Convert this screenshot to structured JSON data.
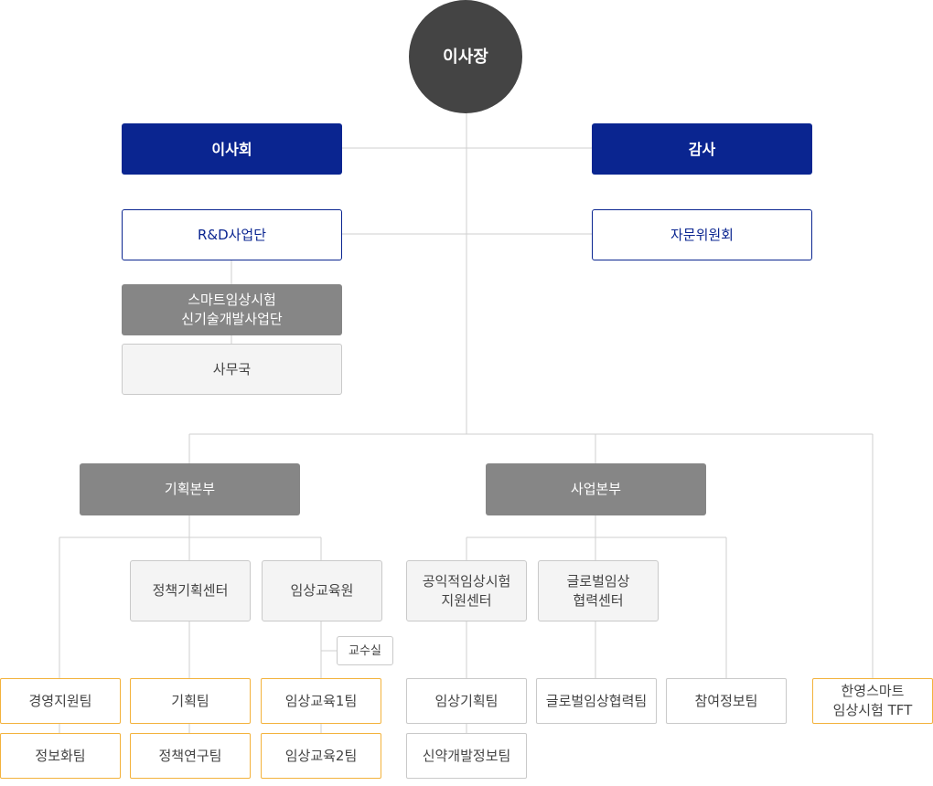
{
  "nodes": {
    "chairman": "이사장",
    "board": "이사회",
    "audit": "감사",
    "rnd": "R&D사업단",
    "advisory": "자문위원회",
    "smart": "스마트임상시험\n신기술개발사업단",
    "secretariat": "사무국",
    "planning_hq": "기획본부",
    "business_hq": "사업본부",
    "policy_center": "정책기획센터",
    "edu_institute": "임상교육원",
    "public_center": "공익적임상시험\n지원센터",
    "global_center": "글로벌임상\n협력센터",
    "professor_office": "교수실",
    "mgmt_team": "경영지원팀",
    "info_team": "정보화팀",
    "plan_team": "기획팀",
    "policy_team": "정책연구팀",
    "edu1_team": "임상교육1팀",
    "edu2_team": "임상교육2팀",
    "clinical_plan_team": "임상기획팀",
    "newdrug_team": "신약개발정보팀",
    "global_team": "글로벌임상협력팀",
    "participation_team": "참여정보팀",
    "tft": "한영스마트\n임상시험 TFT"
  },
  "colors": {
    "chairman": "#444444",
    "navy": "#0a2590",
    "gray_box": "#868686",
    "light_box": "#f4f4f4",
    "orange_border": "#f3b23c",
    "connector": "#cfcfcf"
  }
}
